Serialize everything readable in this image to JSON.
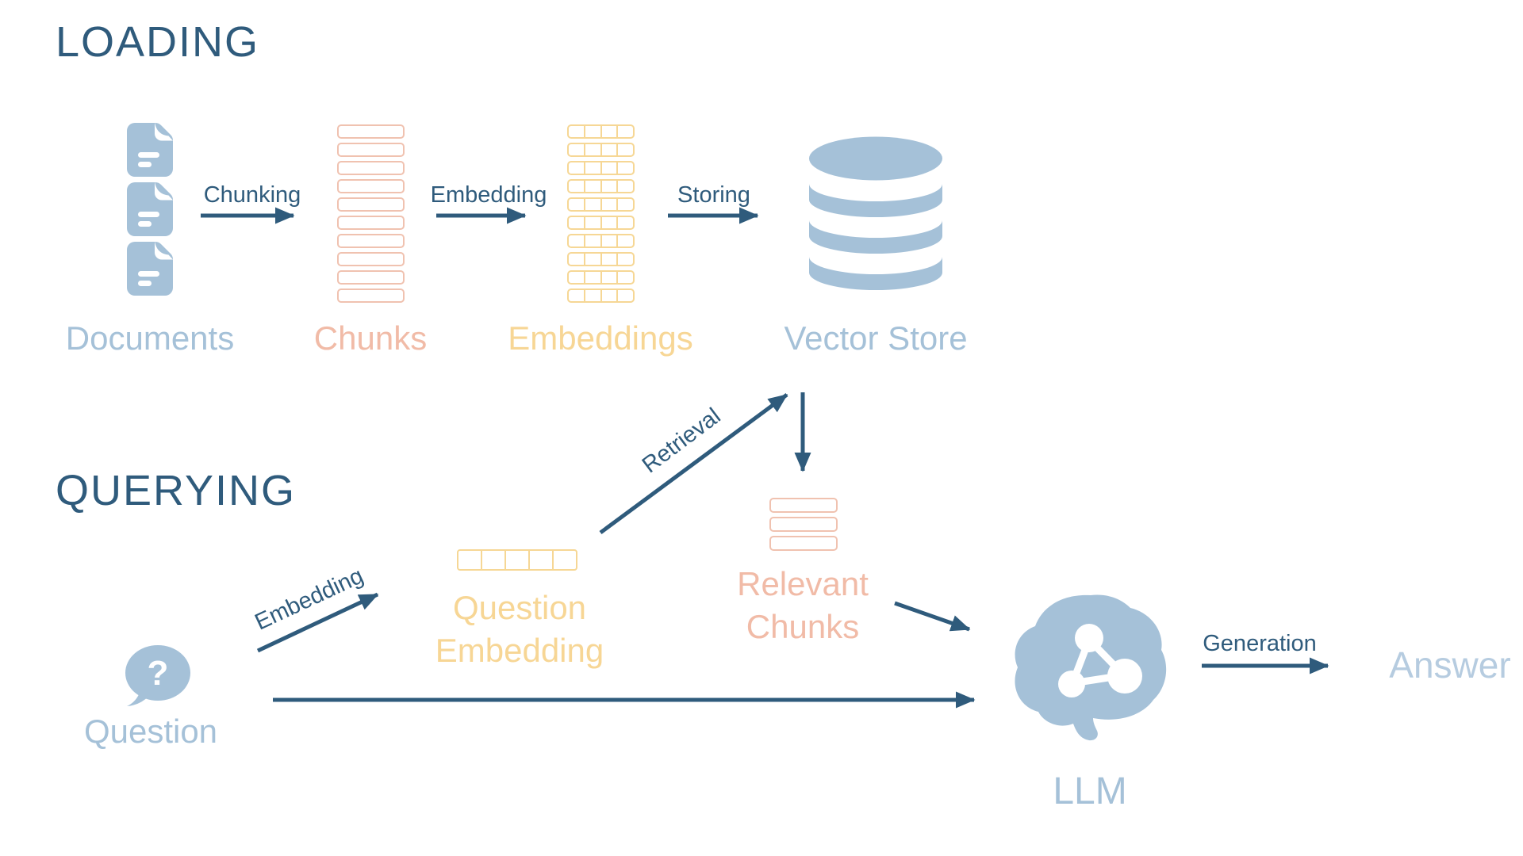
{
  "colors": {
    "dark_blue": "#2f5b7c",
    "light_blue": "#a5c1d8",
    "pale_blue": "#b6cce0",
    "salmon": "#f0bca9",
    "yellow": "#f6d795"
  },
  "loading": {
    "title": "LOADING",
    "documents": {
      "label": "Documents",
      "count": 3
    },
    "chunking_arrow_label": "Chunking",
    "chunks": {
      "label": "Chunks",
      "count": 10
    },
    "embedding_arrow_label": "Embedding",
    "embeddings": {
      "label": "Embeddings",
      "rows": 10,
      "cols": 4
    },
    "storing_arrow_label": "Storing",
    "vector_store": {
      "label": "Vector Store"
    }
  },
  "querying": {
    "title": "QUERYING",
    "question": {
      "label": "Question",
      "mark": "?"
    },
    "embedding_arrow_label": "Embedding",
    "question_embedding": {
      "label_line1": "Question",
      "label_line2": "Embedding",
      "cells": 5
    },
    "retrieval_arrow_label": "Retrieval",
    "relevant_chunks": {
      "label_line1": "Relevant",
      "label_line2": "Chunks",
      "count": 3
    },
    "llm": {
      "label": "LLM"
    },
    "generation_arrow_label": "Generation",
    "answer_label": "Answer"
  }
}
